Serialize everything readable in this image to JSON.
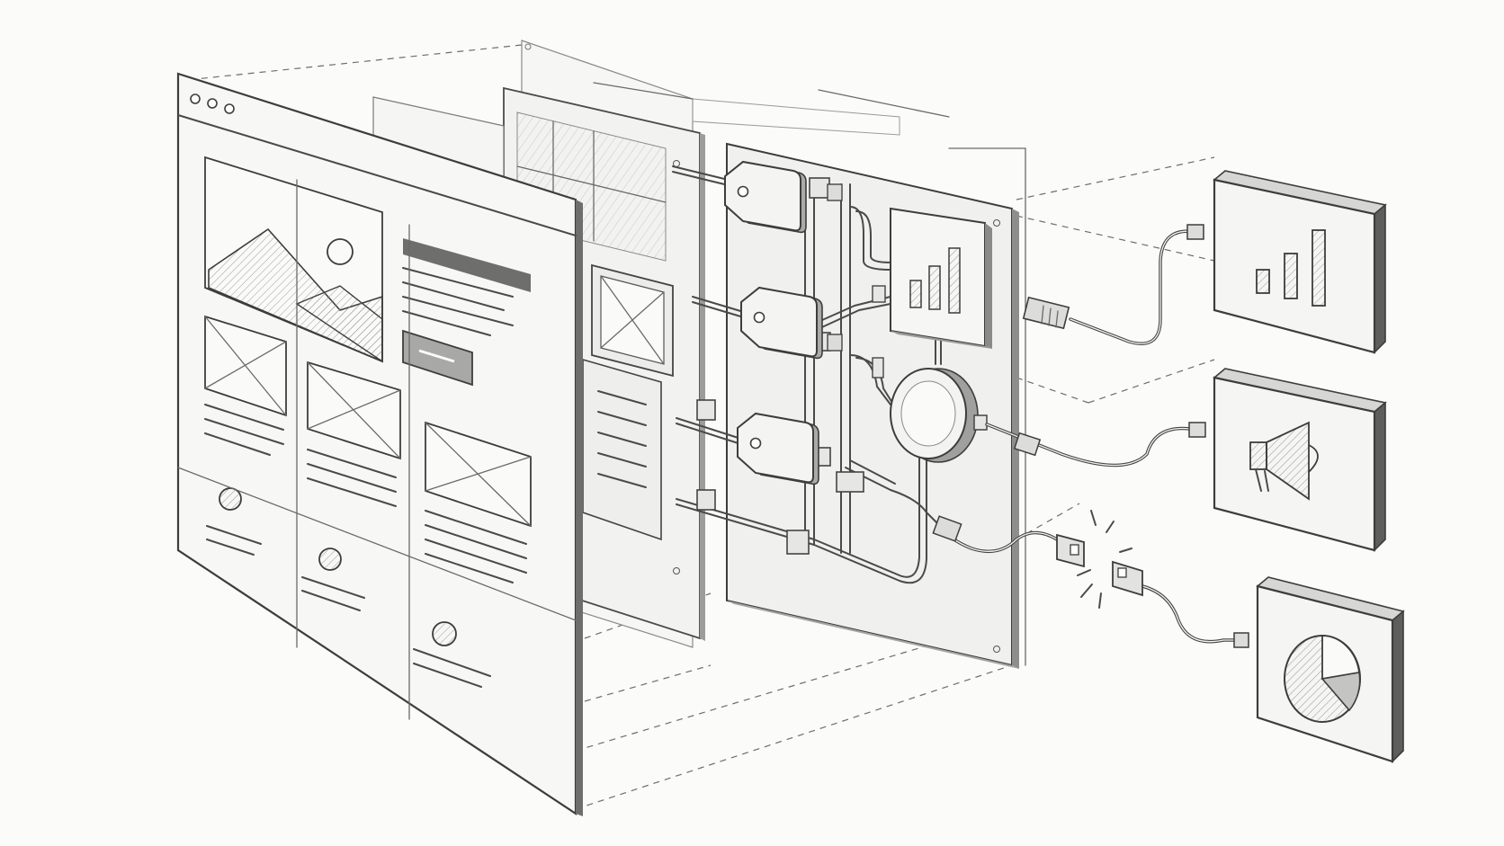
{
  "colors": {
    "paper": "#fbfbf9",
    "ink": "#3d3d3d",
    "shade": "#c9c9c6",
    "panel_face": "#f3f3f1"
  },
  "browser": {
    "window_controls": [
      "dot",
      "dot",
      "dot"
    ]
  },
  "icons": {
    "tiles": [
      "bar-chart-icon",
      "megaphone-icon",
      "pie-chart-icon"
    ],
    "hub": "circular-hub-icon",
    "tags": [
      "tag-icon",
      "tag-icon",
      "tag-icon"
    ],
    "plug": "usb-plug-icon"
  }
}
